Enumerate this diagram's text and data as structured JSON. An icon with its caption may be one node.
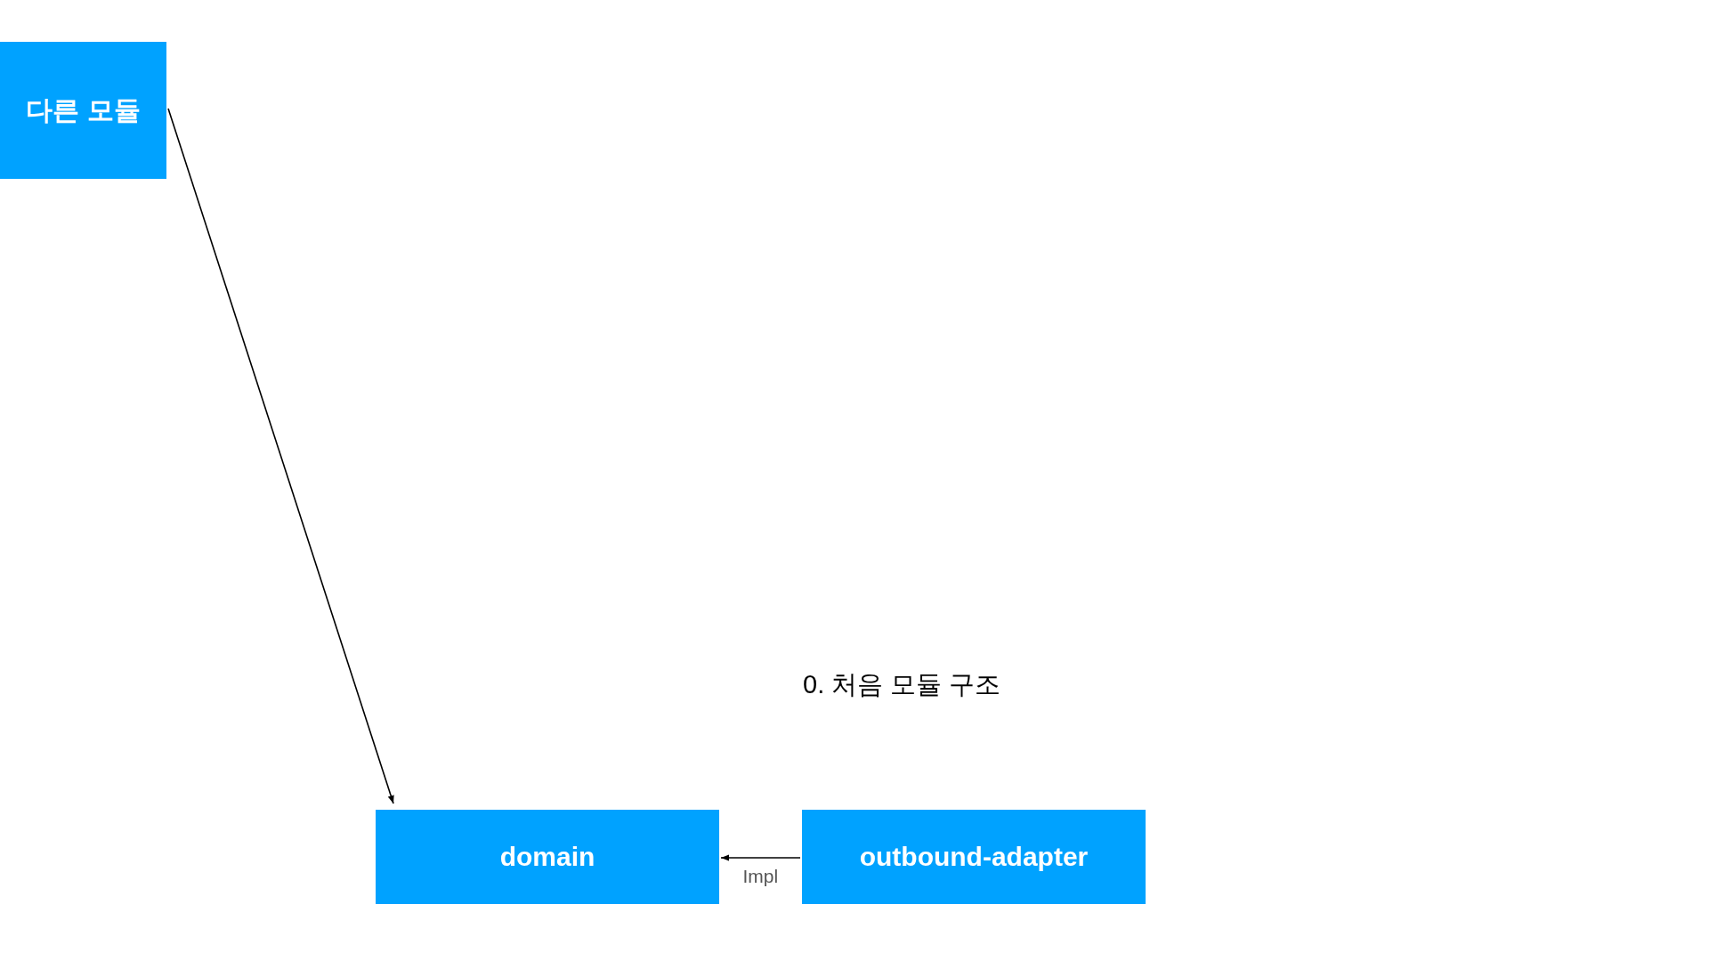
{
  "diagram": {
    "title": "0. 처음 모듈 구조",
    "nodes": [
      {
        "text": [
          "다른 모듈"
        ]
      },
      {
        "text": [
          "domain"
        ]
      },
      {
        "text": [
          "outbound-adapter"
        ]
      }
    ],
    "edges": [
      {
        "from": 0,
        "to": 1,
        "arrow": "to"
      },
      {
        "from": 2,
        "to": 1,
        "arrow": "to",
        "label": "Impl"
      }
    ]
  }
}
